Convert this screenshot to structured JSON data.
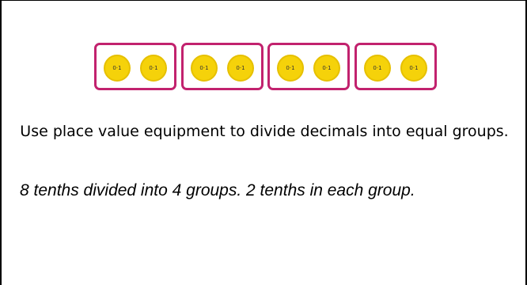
{
  "counter_label": "0·1",
  "colors": {
    "group_border": "#c2226e",
    "counter_fill": "#f5d20a"
  },
  "caption": "Use place value equipment to divide decimals into equal groups.",
  "example": "8 tenths divided into 4 groups. 2 tenths in each group."
}
